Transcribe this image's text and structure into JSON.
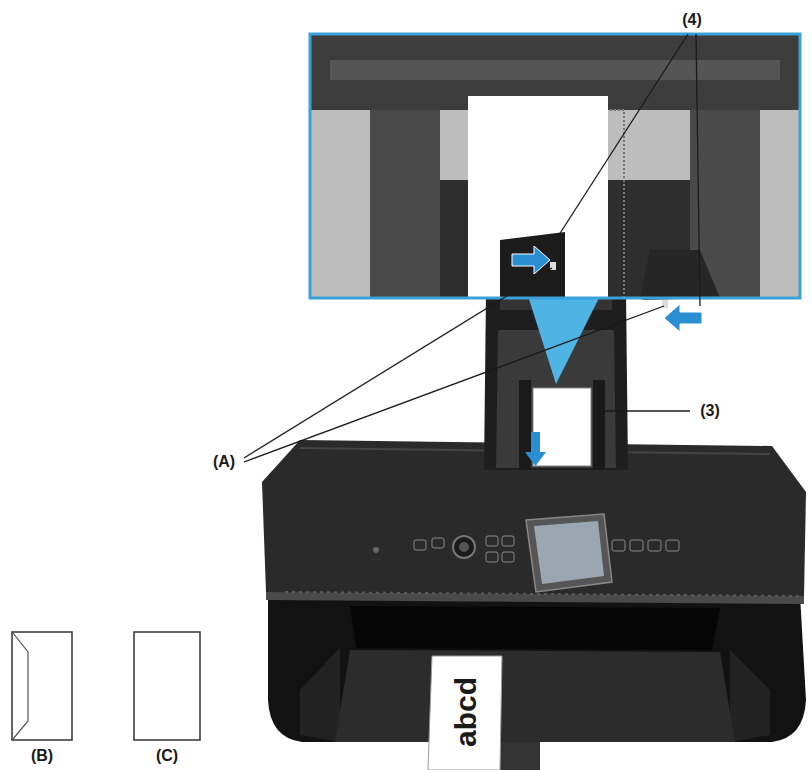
{
  "diagram": {
    "labels": [
      "(4)",
      "(A)",
      "(3)",
      "(B)",
      "(C)",
      "abcd"
    ]
  }
}
